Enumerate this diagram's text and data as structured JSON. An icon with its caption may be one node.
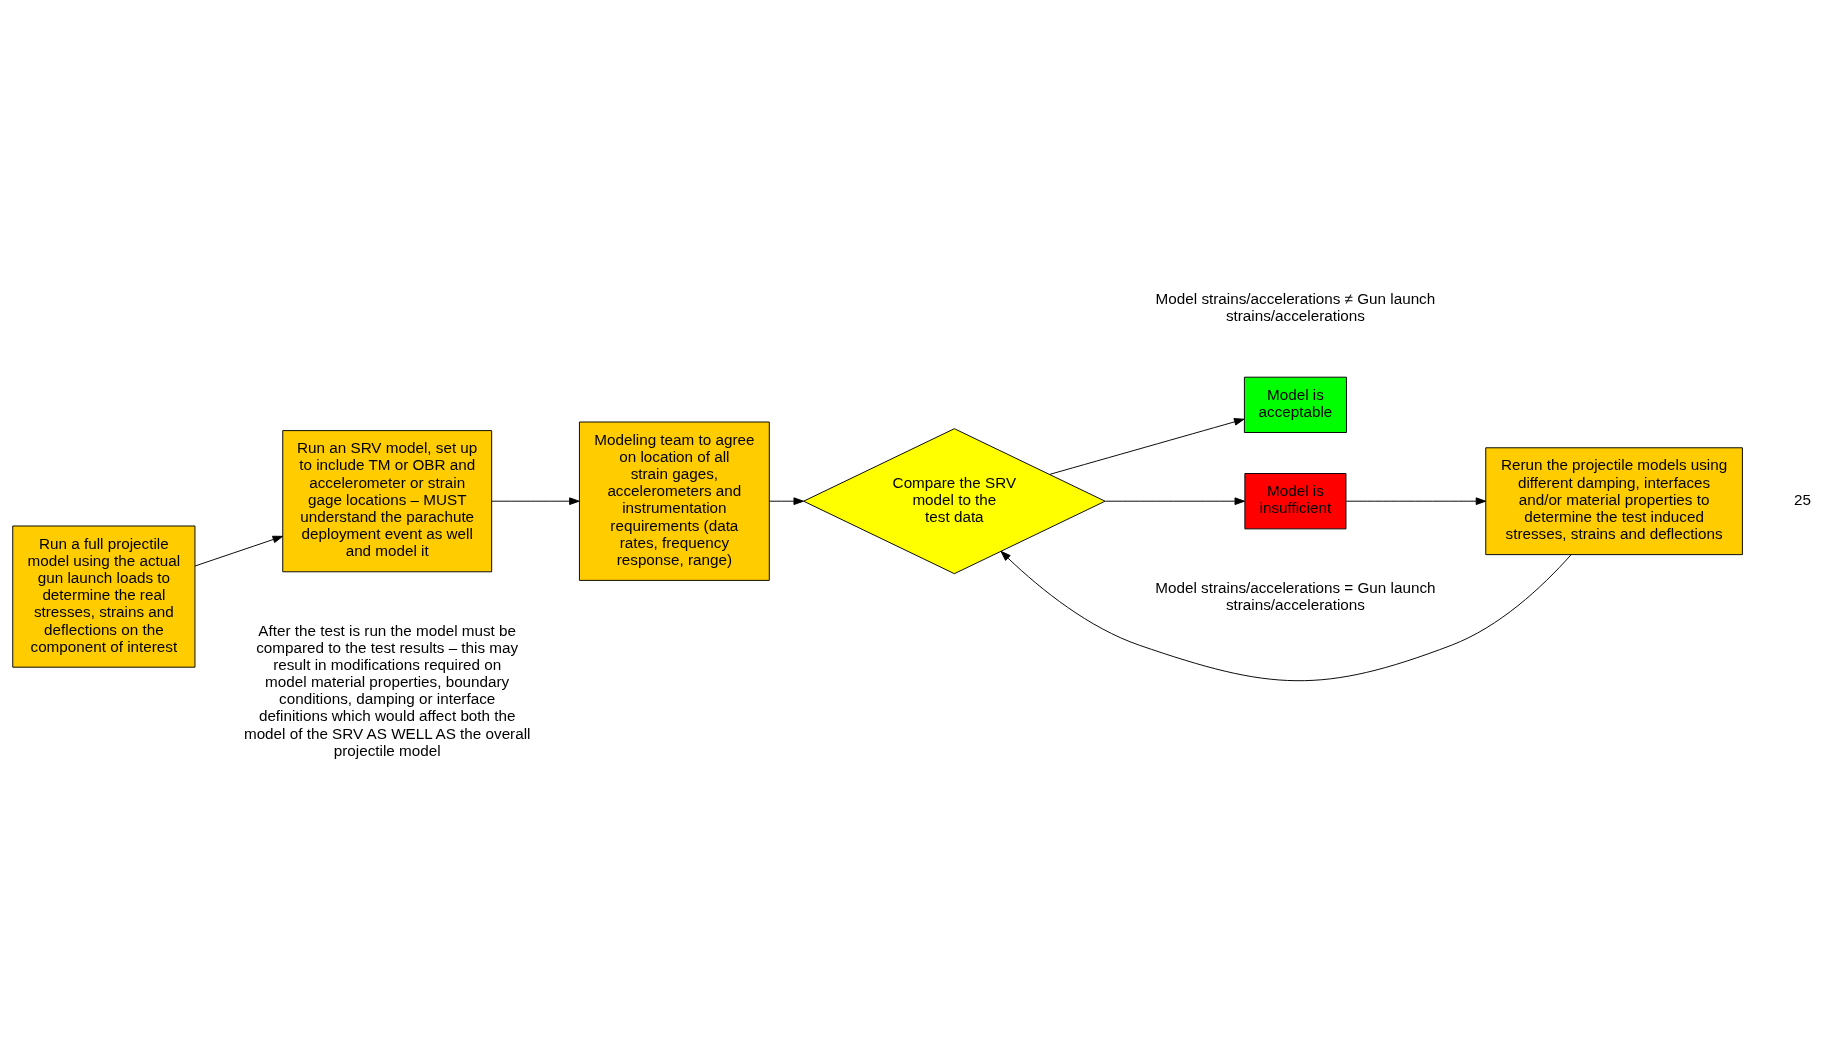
{
  "diagram": {
    "nodes": [
      {
        "text": [
          "Run a full projectile model using the actual gun launch loads to determine the real stresses, strains and deflections on the component of interest"
        ]
      },
      {
        "text": [
          "Run an SRV model, set up to include TM or OBR and accelerometer or strain gage locations – MUST understand the parachute deployment event as well and model it"
        ]
      },
      {
        "text": [
          "Modeling team to agree on location of all strain gages, accelerometers and instrumentation requirements (data rates, frequency response, range)"
        ]
      },
      {
        "text": [
          "Compare the SRV model to the test data"
        ]
      },
      {
        "text": [
          "Model is acceptable"
        ]
      },
      {
        "text": [
          "Model is insufficient"
        ]
      },
      {
        "text": [
          "Rerun the projectile models using different damping, interfaces and/or material properties to determine the test induced stresses, strains and deflections"
        ]
      }
    ],
    "edges": [
      {
        "from": 0,
        "to": 1,
        "arrow": "to"
      },
      {
        "from": 1,
        "to": 2,
        "arrow": "to"
      },
      {
        "from": 2,
        "to": 3,
        "arrow": "to"
      },
      {
        "from": 3,
        "to": 4,
        "arrow": "to"
      },
      {
        "from": 3,
        "to": 5,
        "arrow": "to"
      },
      {
        "from": 5,
        "to": 6,
        "arrow": "to"
      },
      {
        "from": 6,
        "to": 3,
        "arrow": "to"
      }
    ],
    "labels": [
      "Model strains/accelerations = Gun launch strains/accelerations",
      "Model strains/accelerations ≠ Gun launch strains/accelerations",
      "After the test is run the model must be compared to the test results – this may result in modifications required on model material properties, boundary conditions, damping or interface definitions which would affect both the model of the SRV AS WELL AS the overall projectile model",
      "25"
    ]
  }
}
